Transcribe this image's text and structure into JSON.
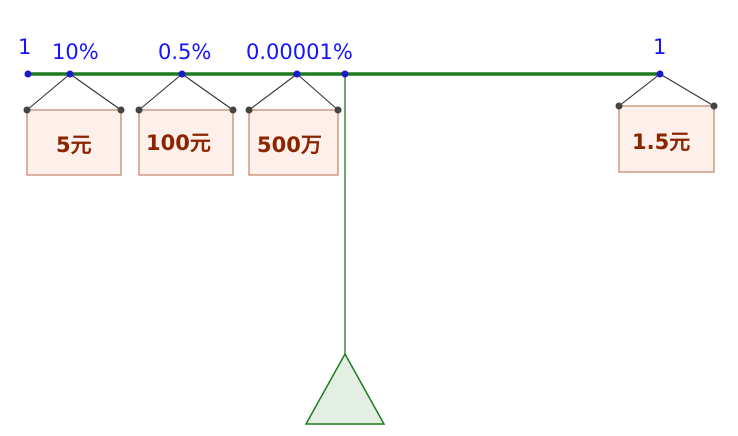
{
  "beam": {
    "left_end_label": "1",
    "right_end_label": "1"
  },
  "weights": [
    {
      "probability": "10%",
      "value": "5元"
    },
    {
      "probability": "0.5%",
      "value": "100元"
    },
    {
      "probability": "0.00001%",
      "value": "500万"
    },
    {
      "probability": "",
      "value": "1.5元"
    }
  ],
  "colors": {
    "beam": "#1f7a1f",
    "points": "#1a1acc",
    "labels": "#1414ff",
    "box_fill": "#fdf0ea",
    "box_stroke": "#c88a70",
    "box_text": "#8b2500",
    "fulcrum_fill": "#e4efe4",
    "fulcrum_stroke": "#1f7a1f"
  }
}
